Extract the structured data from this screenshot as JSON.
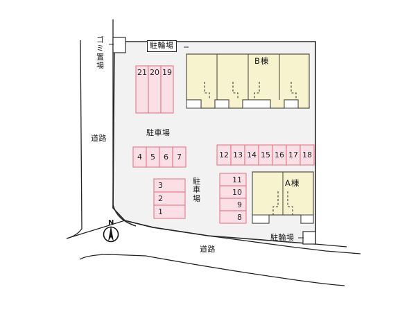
{
  "plan": {
    "title_labels": {
      "garbage_area": "ゴミ置場",
      "bike_parking_top": "駐輪場",
      "bike_parking_bottom": "駐輪場",
      "parking_lot_upper": "駐車場",
      "parking_lot_vertical": "駐車場",
      "road_left": "道路",
      "road_bottom": "道路",
      "building_a": "A棟",
      "building_b": "B棟",
      "compass_north": "N"
    },
    "colors": {
      "stall_fill": "#fbdfe6",
      "stall_stroke": "#e8808f",
      "building_fill": "#f7f3cf",
      "building_stroke": "#56524a",
      "site_fill": "#f2f2f2",
      "site_stroke": "#2b2b2b",
      "road_stroke": "#222222",
      "alcove_fill": "#ffffff",
      "page_bg": "#ffffff"
    },
    "parking_groups": [
      {
        "name": "north-block",
        "orientation": "vertical-stalls-row",
        "stalls": [
          "21",
          "20",
          "19"
        ]
      },
      {
        "name": "mid-west-row",
        "orientation": "horizontal-row",
        "stalls": [
          "4",
          "5",
          "6",
          "7"
        ]
      },
      {
        "name": "south-west-column",
        "orientation": "vertical-column",
        "stalls": [
          "3",
          "2",
          "1"
        ]
      },
      {
        "name": "east-row",
        "orientation": "horizontal-row",
        "stalls": [
          "12",
          "13",
          "14",
          "15",
          "16",
          "17",
          "18"
        ]
      },
      {
        "name": "south-east-column",
        "orientation": "vertical-column",
        "stalls": [
          "11",
          "10",
          "9",
          "8"
        ]
      }
    ],
    "buildings": [
      {
        "id": "B",
        "label": "B棟",
        "units": 4
      },
      {
        "id": "A",
        "label": "A棟",
        "units": 2
      }
    ]
  }
}
